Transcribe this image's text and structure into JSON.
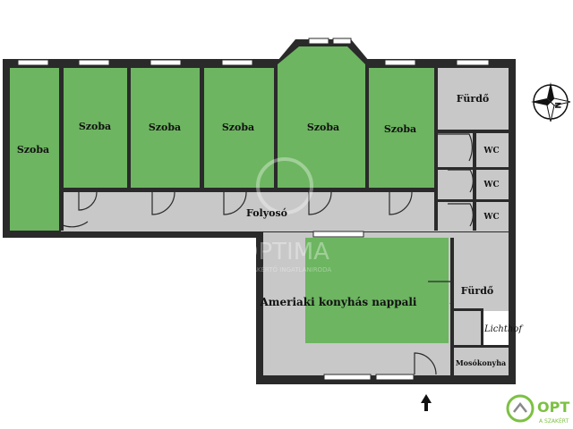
{
  "colors": {
    "wall": "#2a2a2a",
    "room_green": "#6db561",
    "room_grey": "#c8c8c8",
    "background": "#ffffff",
    "brand_green": "#7cc142",
    "brand_grey": "#8a8a8a"
  },
  "rooms": {
    "szoba_1": "Szoba",
    "szoba_2": "Szoba",
    "szoba_3": "Szoba",
    "szoba_4": "Szoba",
    "szoba_5": "Szoba",
    "szoba_6": "Szoba",
    "furdo_top": "Fürdő",
    "wc_1": "WC",
    "wc_2": "WC",
    "wc_3": "WC",
    "folyoso": "Folyosó",
    "nappali": "Ameriaki konyhás nappali",
    "furdo_bottom": "Fürdő",
    "lichthof": "Lichthof",
    "mosokonyha": "Mosókonyha"
  },
  "watermark": {
    "brand": "OPTIMA",
    "tagline": "A SZAKÉRTŐ INGATLANIRODA"
  },
  "logo": {
    "brand": "OPT",
    "tagline": "A SZAKÉRT"
  },
  "icons": {
    "compass": "compass-icon",
    "entrance": "entrance-arrow-icon",
    "logo": "optima-logo-icon"
  }
}
